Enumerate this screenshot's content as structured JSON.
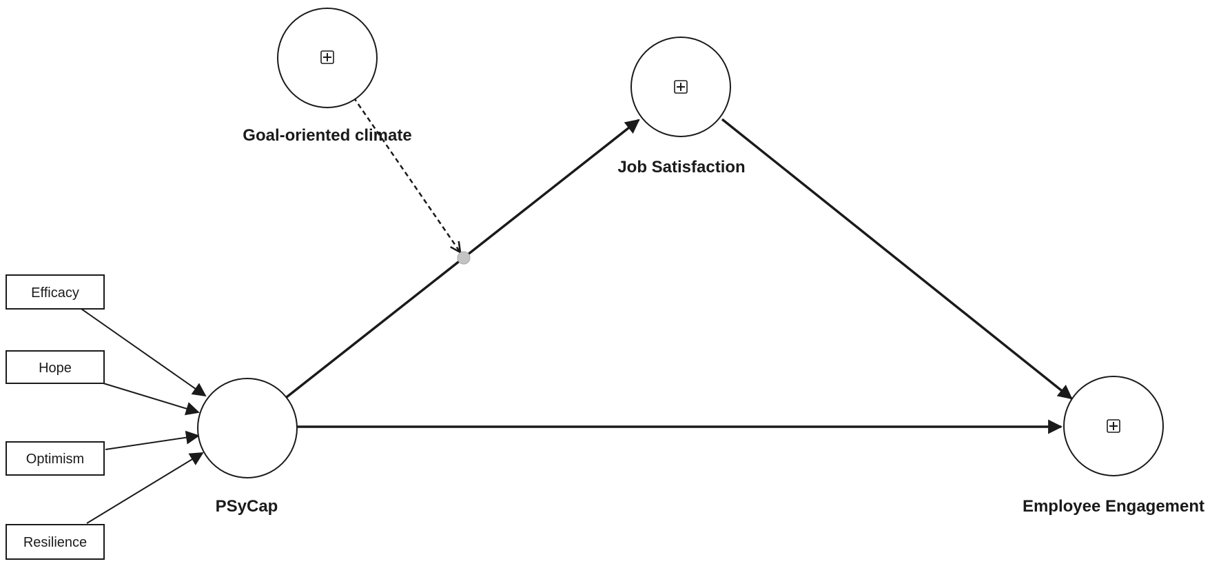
{
  "diagram": {
    "constructs": {
      "goal_climate": {
        "label": "Goal-oriented climate",
        "expandable": true
      },
      "job_satisfaction": {
        "label": "Job Satisfaction",
        "expandable": true
      },
      "psycap": {
        "label": "PSyCap",
        "expandable": false
      },
      "engagement": {
        "label": "Employee Engagement",
        "expandable": true
      }
    },
    "indicators": [
      "Efficacy",
      "Hope",
      "Optimism",
      "Resilience"
    ],
    "paths": [
      {
        "from": "PSyCap",
        "to": "Job Satisfaction",
        "style": "solid"
      },
      {
        "from": "Job Satisfaction",
        "to": "Employee Engagement",
        "style": "solid"
      },
      {
        "from": "PSyCap",
        "to": "Employee Engagement",
        "style": "solid"
      },
      {
        "from": "Goal-oriented climate",
        "to": "PSyCap → Job Satisfaction",
        "style": "dashed"
      }
    ],
    "expand_icon": "plus-square-icon",
    "colors": {
      "stroke": "#1a1a1a",
      "background": "#ffffff",
      "moderation_point": "#c4c4c4"
    }
  }
}
